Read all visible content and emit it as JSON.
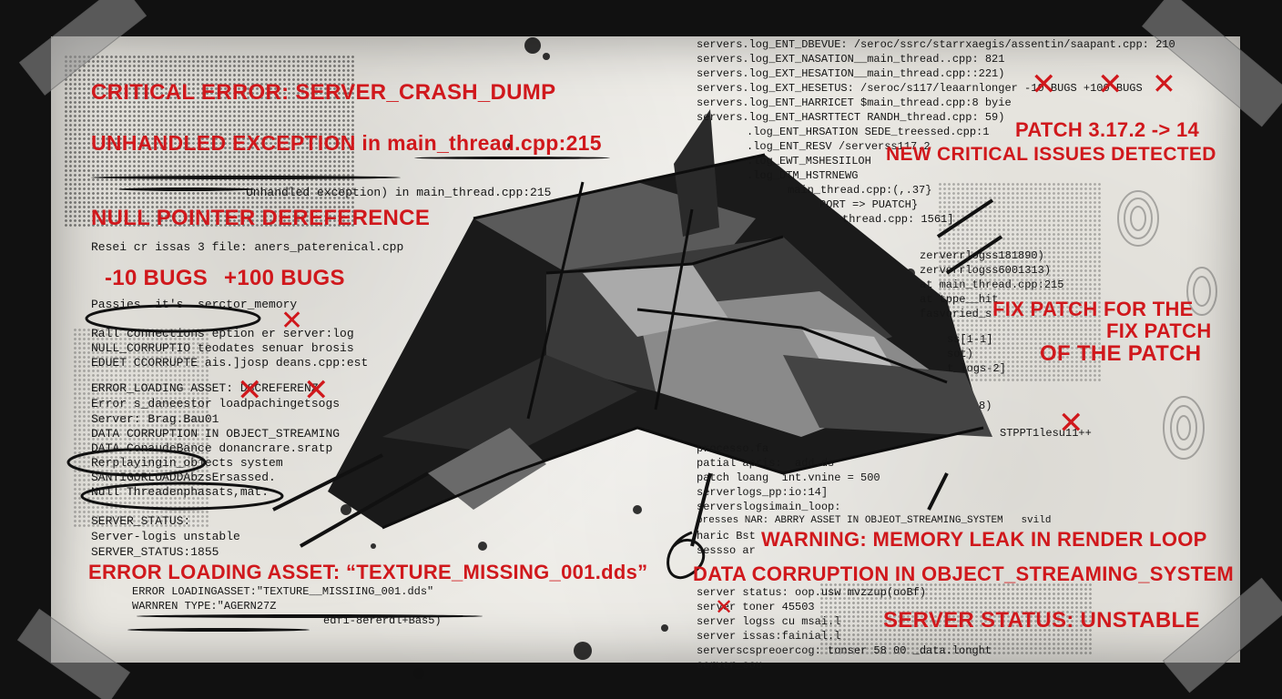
{
  "headlines": {
    "critical": "CRITICAL ERROR: SERVER_CRASH_DUMP",
    "unhandled": "UNHANDLED EXCEPTION in main_thread.cpp:215",
    "null_pointer": "NULL POINTER DEREFERENCE",
    "bugs_minus": "-10 BUGS",
    "bugs_plus": "+100 BUGS",
    "patch": "PATCH 3.17.2 -> 14",
    "new_issues": "NEW CRITICAL ISSUES DETECTED",
    "fix_line1": "FIX PATCH FOR THE",
    "fix_line2": "FIX PATCH",
    "fix_line3": "OF THE PATCH",
    "warning": "WARNING: MEMORY LEAK IN RENDER LOOP",
    "data_corruption": "DATA  CORRUPTION  IN OBJECT_STREAMING_SYSTEM",
    "server_status": "SERVER STATUS: UNSTABLE",
    "error_loading": "ERROR LOADING ASSET: “TEXTURE_MISSING_001.dds”"
  },
  "left_log": [
    "Unhandled exception) in main_thread.cpp:215",
    "Resei cr issas 3 file: aners_paterenical.cpp",
    "Passies  it's  serctor_memory",
    "Rall connections eption er server:log",
    "NULL_CORRUPTIO teodates senuar brosis",
    "EDUET CCORRUPTE ais.]josp deans.cpp:est",
    "ERROR_LOADING ASSET: DSCREFERENZ",
    "Error s_daneestor loadpachingetsogs",
    "Server: Brag.Bau01",
    "DATA CORRUPTION IN OBJECT_STREAMING",
    "DATA ConaudeBance donancrare.sratp",
    "Rerplayingin_objects system",
    "SANTIGORLOADDAbzsErsassed.",
    "Null Threadenphasats,mat:",
    "SERVER_STATUS:",
    "Server-logis unstable",
    "SERVER_STATUS:1855",
    "ERROR LOADINGASSET:\"TEXTURE__MISSIING_001.dds\"",
    "WARNREN TYPE:\"AGERN27Z",
    "edfi-8ererdl+Bas5)"
  ],
  "right_log": [
    "servers.log_ENT_DBEVUE: /seroc/ssrc/starrxaegis/assentin/saapant.cpp: 210",
    "servers.log_EXT_NASATION__main_thread..cpp: 821",
    "servers.log_EXT_HESATION__main_thread.cpp::221)",
    "servers.log_EXT_HESETUS: /seroc/s117/leaarnlonger -10 BUGS +100 BUGS",
    "servers.log_ENT_HARRICET $main_thread.cpp:8 byie",
    "servers.log_ENT_HASRTTECT RANDH_thread.cpp: 59)",
    ".log_ENT_HRSATION SEDE_treessed.cpp:1",
    ".log_ENT_RESV /serverss117.2",
    ".log_EWT_MSHESIILOH",
    ".log_DTM_HSTRNEWG",
    "main_thread.cpp:(,.37}",
    "PORT => PUATCH}",
    "thread.cpp: 1561]",
    "zerverrlogss181890)",
    "zerverrlogss6001313)",
    "at main_thread.cpp:215",
    "at tppe__hit",
    "fasvoried_s",
    "ss[1-1]",
    "sot)",
    "t_logs-2]",
    "8)",
    "STPPT1lesu11++",
    "processo.fa",
    "patial apris:  add.ds",
    "patch loang  int.vnine = 500",
    "serverlogs_pp:io:14]",
    "serverslogsimain_loop:",
    "presses NAR: ABRRY ASSET IN OBJEOT_STREAMING_SYSTEM   svild",
    "haric Bst",
    "sessso ar",
    "server status: oop.usw mvzzup(ooBf)",
    "server toner 45503",
    "server logss cu msai.l",
    "server issas:fainial.l",
    "serverscspreoercog: tonser 58 00 _data.longht",
    "server_sou"
  ],
  "colors": {
    "accent_red": "#d0181c",
    "ink": "#151515",
    "paper": "#e9e7e1",
    "border": "#0d0d0d"
  }
}
